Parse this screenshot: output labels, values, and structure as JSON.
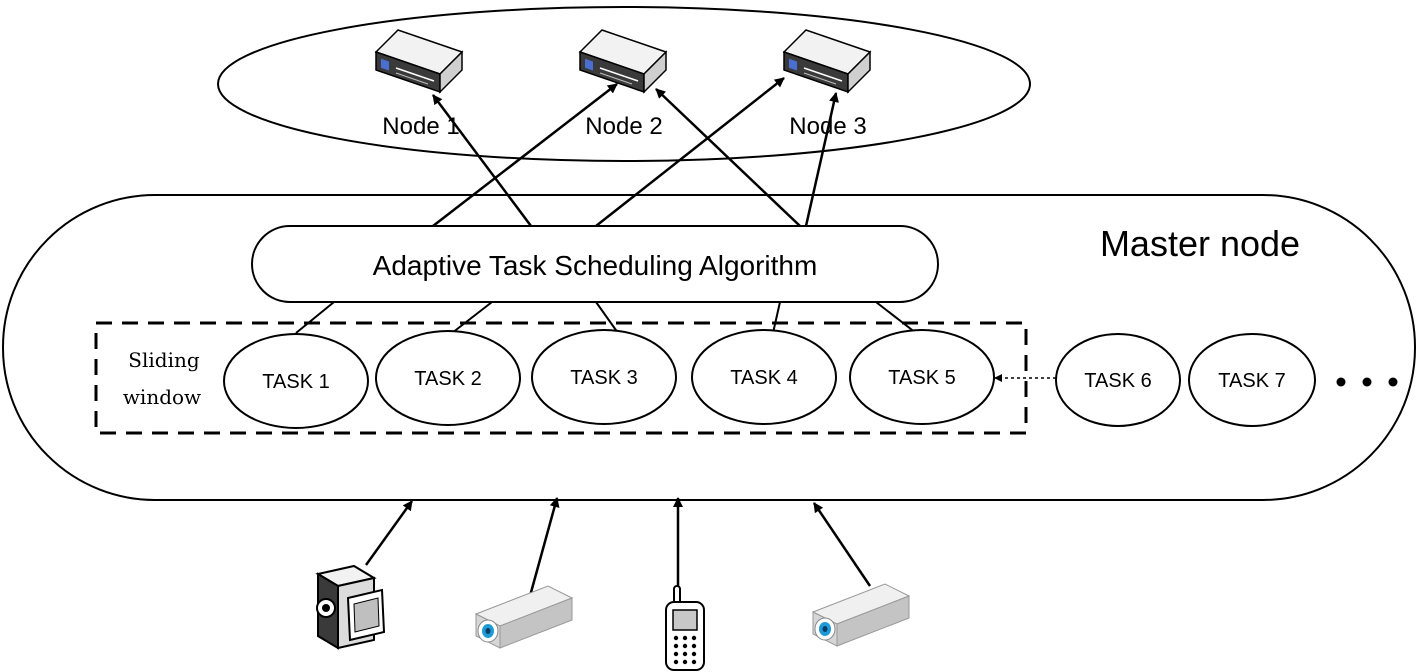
{
  "cluster": {
    "nodes": [
      "Node 1",
      "Node 2",
      "Node 3"
    ]
  },
  "master": {
    "label": "Master node",
    "algorithm_label": "Adaptive Task Scheduling Algorithm",
    "sliding_window_line1": "Sliding",
    "sliding_window_line2": "window",
    "window_tasks": [
      "TASK 1",
      "TASK 2",
      "TASK 3",
      "TASK 4",
      "TASK 5"
    ],
    "queued_tasks": [
      "TASK 6",
      "TASK 7"
    ],
    "ellipsis": "• • •"
  },
  "devices": {
    "icons": [
      "camcorder-icon",
      "surveillance-camera-icon",
      "mobile-phone-icon",
      "surveillance-camera-icon"
    ]
  },
  "colors": {
    "stroke": "#000000",
    "server_body": "#e6e6e6",
    "server_dark": "#3c3c3c",
    "server_accent": "#4a6fd0",
    "camera_body": "#d9d9d9",
    "camera_lens": "#1f9ad6"
  }
}
